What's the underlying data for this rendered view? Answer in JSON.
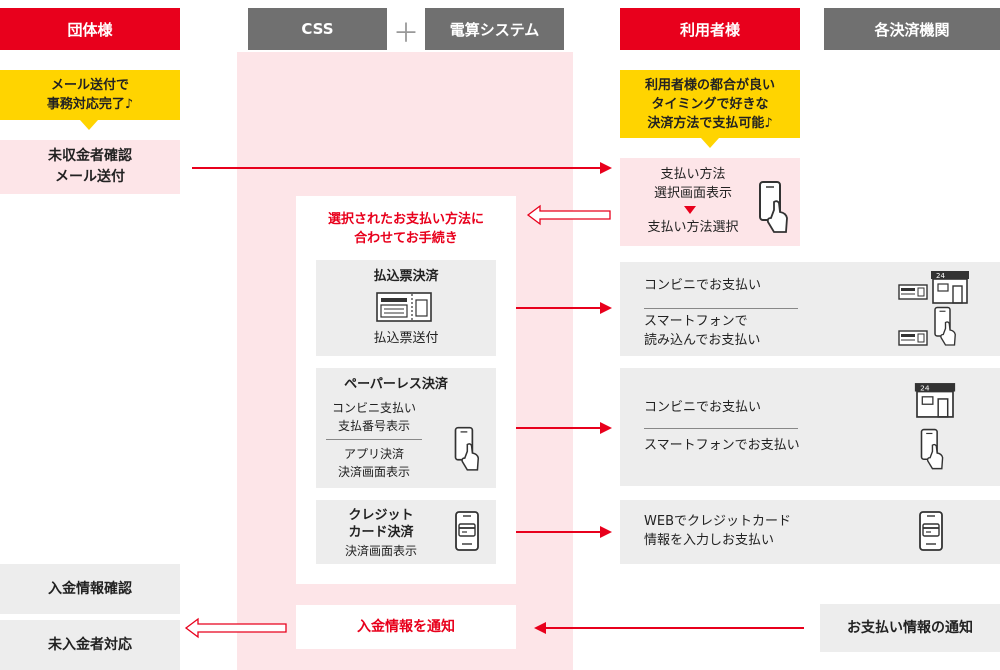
{
  "headers": {
    "organization": "団体様",
    "css": "CSS",
    "plus": "＋",
    "densan": "電算システム",
    "user": "利用者様",
    "institutions": "各決済機関"
  },
  "org": {
    "callout": "メール送付で\n事務対応完了♪",
    "unpaid_mail": "未収金者確認\nメール送付",
    "payment_check": "入金情報確認",
    "unpaid_handling": "未入金者対応"
  },
  "user": {
    "callout": "利用者様の都合が良い\nタイミングで好きな\n決済方法で支払可能♪",
    "select_line1": "支払い方法\n選択画面表示",
    "select_line2": "支払い方法選択"
  },
  "css": {
    "procedure_title": "選択されたお支払い方法に\n合わせてお手続き",
    "furikomi_title": "払込票決済",
    "furikomi_sub": "払込票送付",
    "paperless_title": "ペーパーレス決済",
    "paperless_sub1": "コンビニ支払い\n支払番号表示",
    "paperless_sub2": "アプリ決済\n決済画面表示",
    "credit_title": "クレジット\nカード決済",
    "credit_sub": "決済画面表示",
    "notify": "入金情報を通知"
  },
  "institutions": {
    "furikomi_a": "コンビニでお支払い",
    "furikomi_b": "スマートフォンで\n読み込んでお支払い",
    "paperless_a": "コンビニでお支払い",
    "paperless_b": "スマートフォンでお支払い",
    "credit": "WEBでクレジットカード\n情報を入力しお支払い",
    "notify": "お支払い情報の通知",
    "store_sign": "24"
  },
  "icons": {
    "phone": "smartphone-hand-icon",
    "slip": "payment-slip-icon",
    "card": "card-on-phone-icon",
    "store": "convenience-store-icon",
    "slip_small": "slip-small-icon"
  },
  "colors": {
    "red": "#e8001c",
    "pink": "#fde5e8",
    "gray": "#707070",
    "lightgray": "#ededed",
    "yellow": "#ffd400"
  }
}
